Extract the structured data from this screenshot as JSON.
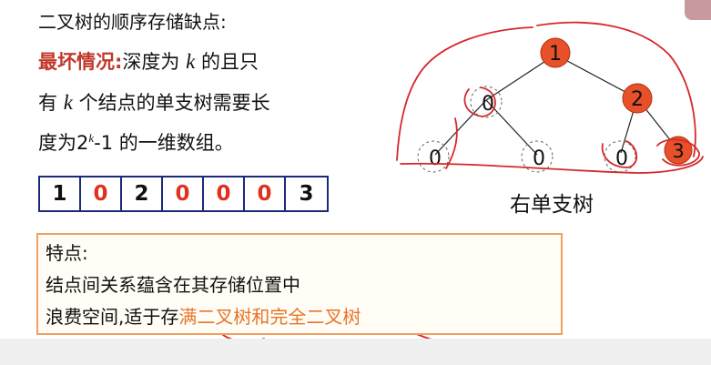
{
  "title": "二叉树的顺序存储缺点:",
  "worst": {
    "label": "最坏情况:",
    "text_a": "深度为 ",
    "k": "k",
    "text_b": " 的且只",
    "line2_a": "有 ",
    "line2_b": " 个结点的单支树需要长",
    "line3_a": "度为2",
    "line3_exp": "k",
    "line3_b": "-1 的一维数组。"
  },
  "array": [
    "1",
    "0",
    "2",
    "0",
    "0",
    "0",
    "3"
  ],
  "tree": {
    "caption": "右单支树",
    "nodes": [
      "1",
      "0",
      "2",
      "0",
      "0",
      "0",
      "3"
    ]
  },
  "features": {
    "title": "特点:",
    "line1": "结点间关系蕴含在其存储位置中",
    "line2_plain": "浪费空间,适于存",
    "line2_highlight": "满二叉树和完全二叉树"
  },
  "colors": {
    "worst_label": "#c0392b",
    "array_zero": "#e0301e",
    "node_fill": "#e8502a",
    "highlight": "#e8742b",
    "annotation": "#d6282b"
  }
}
